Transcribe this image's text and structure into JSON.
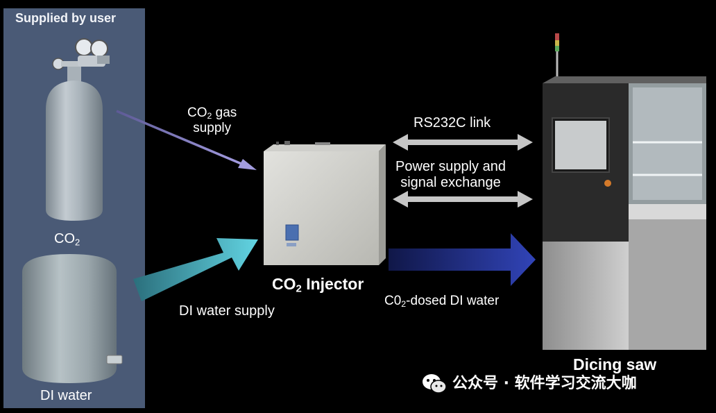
{
  "panel": {
    "title": "Supplied by user"
  },
  "cylinder": {
    "label_main": "CO",
    "label_sub": "2"
  },
  "tank": {
    "label": "DI water"
  },
  "flows": {
    "co2_gas": {
      "line1_main": "CO",
      "line1_sub": "2",
      "line1_rest": " gas",
      "line2": "supply"
    },
    "di_water_supply": "DI water supply",
    "rs232": "RS232C link",
    "power_line1": "Power supply and",
    "power_line2": "signal exchange",
    "dosed_main": "C0",
    "dosed_sub": "2",
    "dosed_rest": "-dosed DI water"
  },
  "injector": {
    "label_main": "CO",
    "label_sub": "2",
    "label_rest": " Injector"
  },
  "dicing_saw": {
    "label": "Dicing saw"
  },
  "watermark": {
    "text": "公众号 · 软件学习交流大咖"
  },
  "colors": {
    "panel": "#4a5a76",
    "gas_arrow": "#8c84c8",
    "water_arrow": "#5cc6d6",
    "dosed_arrow": "#2e3ea6",
    "link_arrow": "#c6c6c6"
  },
  "icons": [
    "wechat-icon"
  ]
}
